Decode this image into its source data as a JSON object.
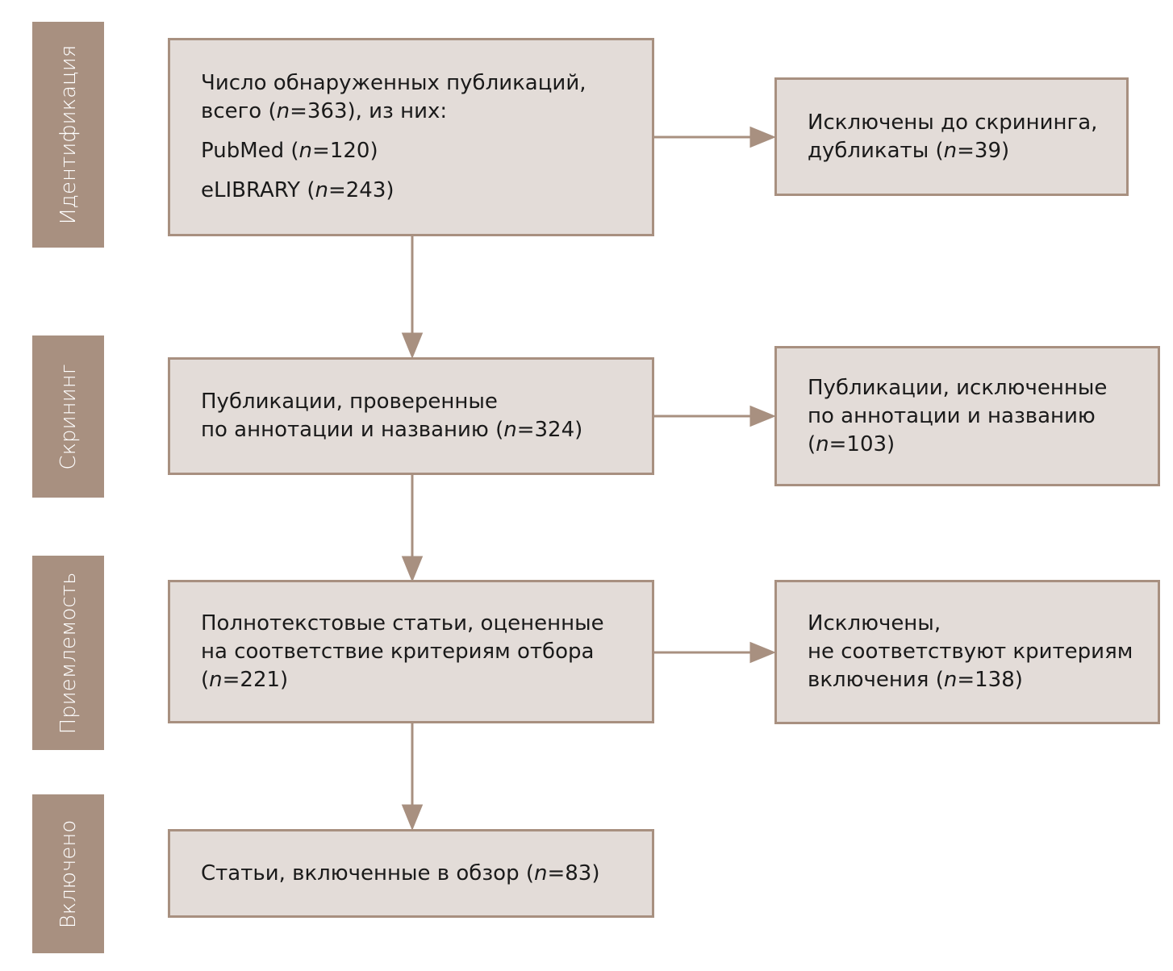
{
  "stages": {
    "identification": "Идентификация",
    "screening": "Скрининг",
    "eligibility": "Приемлемость",
    "included": "Включено"
  },
  "n_symbol": "n",
  "boxes": {
    "identified": {
      "l1": "Число обнаруженных публикаций,",
      "l2_pre": "всего (",
      "l2_post": "=363), из них:",
      "l3_pre": "PubMed (",
      "l3_post": "=120)",
      "l4_pre": "eLIBRARY (",
      "l4_post": "=243)"
    },
    "duplicates": {
      "l1": "Исключены до скрининга,",
      "l2_pre": "дубликаты (",
      "l2_post": "=39)"
    },
    "screened": {
      "l1": "Публикации, проверенные",
      "l2_pre": "по аннотации и названию (",
      "l2_post": "=324)"
    },
    "screen_excluded": {
      "l1": "Публикации, исключенные",
      "l2": "по аннотации и названию",
      "l3_pre": "(",
      "l3_post": "=103)"
    },
    "fulltext": {
      "l1": "Полнотекстовые статьи, оцененные",
      "l2": "на соответствие критериям отбора",
      "l3_pre": "(",
      "l3_post": "=221)"
    },
    "fulltext_excluded": {
      "l1": "Исключены,",
      "l2": "не соответствуют критериям",
      "l3_pre": "включения (",
      "l3_post": "=138)"
    },
    "included": {
      "l1_pre": "Статьи, включенные в обзор (",
      "l1_post": "=83)"
    }
  },
  "colors": {
    "accent": "#a89080",
    "box_fill": "#e3dcd8"
  }
}
